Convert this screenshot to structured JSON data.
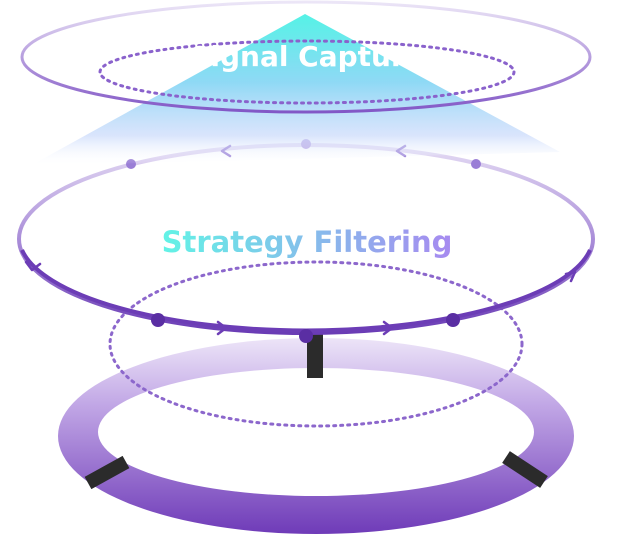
{
  "layers": [
    {
      "label": "Signal Capture",
      "level": "top"
    },
    {
      "label": "Strategy Filtering",
      "level": "middle"
    },
    {
      "label": "",
      "level": "bottom"
    }
  ],
  "colors": {
    "primary": "#7c4dc4",
    "ring": "#6d3fb8",
    "ring_light": "#b9a3e0",
    "cyan": "#5ff3e8",
    "blue_light": "#cfe6ff",
    "text_cyan": "#66f0e8",
    "text_purple": "#a28cf0",
    "marker": "#2a2a2a"
  },
  "icons": [
    "chevron-left-icon",
    "chevron-right-icon",
    "node-dot-icon"
  ]
}
